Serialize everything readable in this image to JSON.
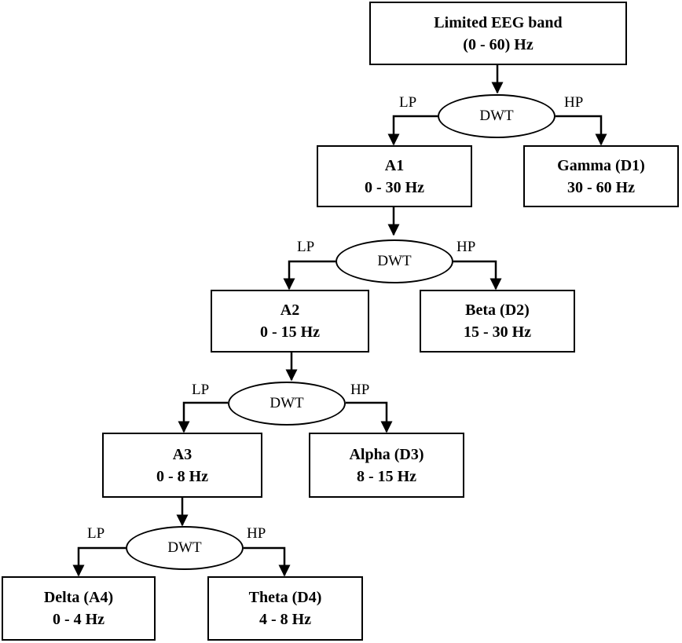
{
  "nodes": {
    "root": {
      "line1": "Limited EEG band",
      "line2": "(0 - 60) Hz"
    },
    "a1": {
      "line1": "A1",
      "line2": "0 - 30 Hz"
    },
    "gamma": {
      "line1": "Gamma (D1)",
      "line2": "30 - 60 Hz"
    },
    "a2": {
      "line1": "A2",
      "line2": "0 - 15 Hz"
    },
    "beta": {
      "line1": "Beta (D2)",
      "line2": "15 - 30 Hz"
    },
    "a3": {
      "line1": "A3",
      "line2": "0 - 8 Hz"
    },
    "alpha": {
      "line1": "Alpha (D3)",
      "line2": "8 - 15 Hz"
    },
    "delta": {
      "line1": "Delta (A4)",
      "line2": "0 - 4 Hz"
    },
    "theta": {
      "line1": "Theta (D4)",
      "line2": "4 - 8 Hz"
    }
  },
  "dwt_label": "DWT",
  "lp_label": "LP",
  "hp_label": "HP"
}
